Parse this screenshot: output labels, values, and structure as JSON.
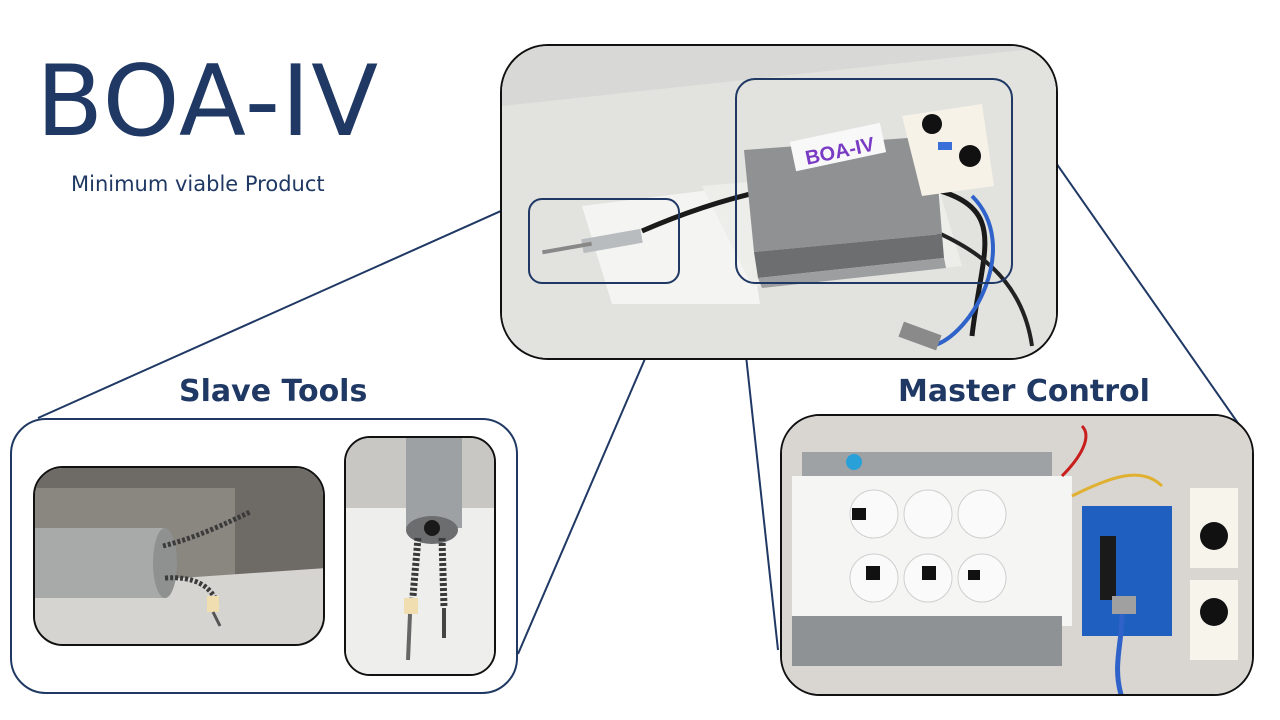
{
  "slide": {
    "title": "BOA-IV",
    "subtitle": "Minimum viable Product",
    "slave_label": "Slave Tools",
    "master_label": "Master Control",
    "device_tag": "BOA-IV"
  },
  "colors": {
    "accent": "#1f3864",
    "background": "#ffffff"
  }
}
